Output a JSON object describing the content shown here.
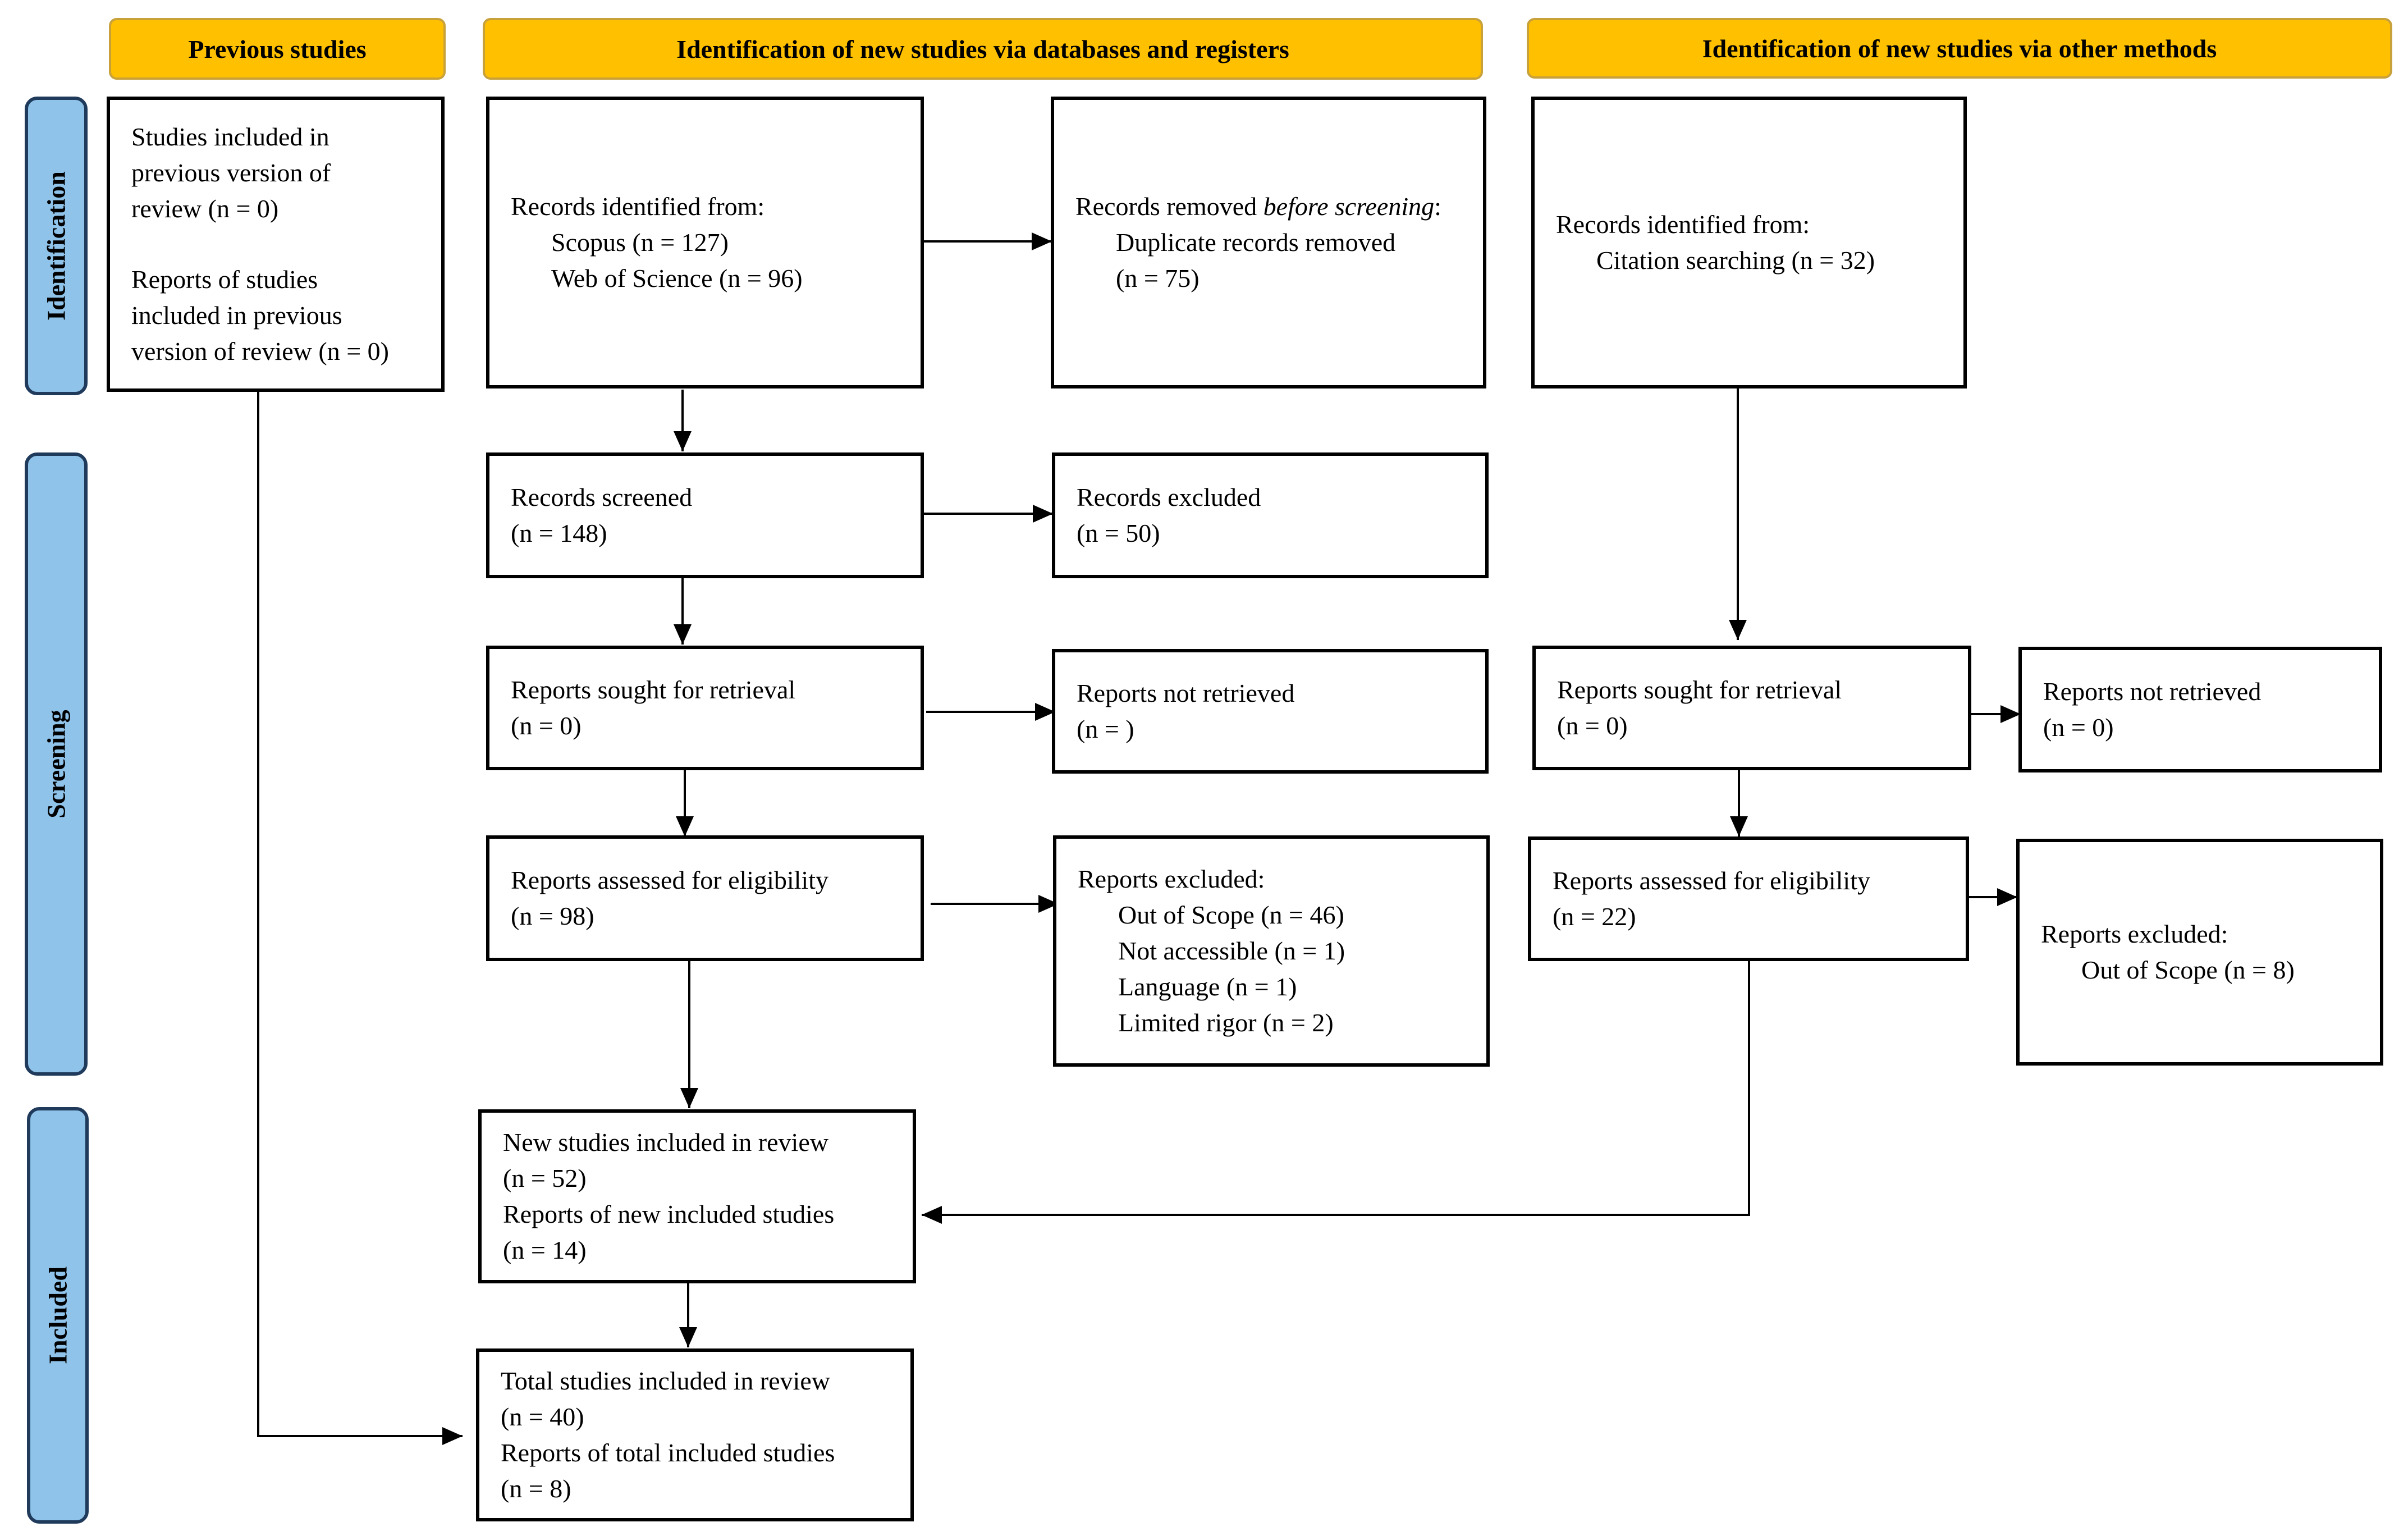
{
  "headers": {
    "previous": "Previous studies",
    "databases": "Identification of new studies via databases and registers",
    "other": "Identification of new studies via other methods"
  },
  "stages": {
    "identification": "Identification",
    "screening": "Screening",
    "included": "Included"
  },
  "previous": {
    "line1": "Studies included in",
    "line2": "previous version of",
    "line3": "review (n = 0)",
    "line4": "Reports of studies",
    "line5": "included in previous",
    "line6": "version of review (n = 0)"
  },
  "identified": {
    "title": "Records identified from:",
    "scopus": "Scopus (n = 127)",
    "wos": "Web of Science (n = 96)"
  },
  "removed": {
    "title_prefix": "Records removed ",
    "title_em": "before screening",
    "title_suffix": ":",
    "dup": "Duplicate records removed",
    "n": "(n = 75)"
  },
  "other_identified": {
    "title": "Records identified from:",
    "citation": "Citation searching (n = 32)"
  },
  "screened": {
    "title": "Records screened",
    "n": "(n = 148)"
  },
  "excluded": {
    "title": "Records excluded",
    "n": "(n = 50)"
  },
  "sought_db": {
    "title": "Reports sought for retrieval",
    "n": "(n = 0)"
  },
  "not_retrieved_db": {
    "title": "Reports not retrieved",
    "n": "(n = )"
  },
  "sought_other": {
    "title": "Reports sought for retrieval",
    "n": "(n = 0)"
  },
  "not_retrieved_other": {
    "title": "Reports not retrieved",
    "n": "(n = 0)"
  },
  "assessed_db": {
    "title": "Reports assessed for eligibility",
    "n": "(n = 98)"
  },
  "excluded_db": {
    "title": "Reports excluded:",
    "r1": "Out of Scope (n = 46)",
    "r2": "Not accessible (n = 1)",
    "r3": "Language (n = 1)",
    "r4": "Limited rigor (n = 2)"
  },
  "assessed_other": {
    "title": "Reports assessed for eligibility",
    "n": "(n = 22)"
  },
  "excluded_other": {
    "title": "Reports excluded:",
    "r1": "Out of Scope (n = 8)"
  },
  "new_included": {
    "l1": "New studies included in review",
    "l2": "(n = 52)",
    "l3": "Reports of new included studies",
    "l4": "(n = 14)"
  },
  "total_included": {
    "l1": "Total studies included in review",
    "l2": "(n = 40)",
    "l3": "Reports of total included studies",
    "l4": "(n = 8)"
  }
}
